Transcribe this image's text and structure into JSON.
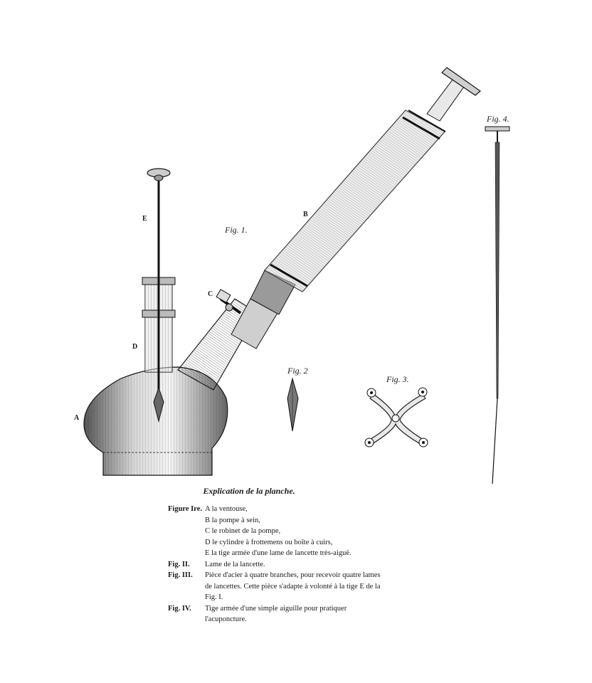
{
  "figure_labels": {
    "fig1": "Fig. 1.",
    "fig2": "Fig. 2",
    "fig3": "Fig. 3.",
    "fig4": "Fig. 4."
  },
  "part_labels": {
    "a": "A",
    "b": "B",
    "c": "C",
    "d": "D",
    "e": "E"
  },
  "caption": {
    "title": "Explication de la planche.",
    "entries": [
      {
        "key": "Figure Ire.",
        "lines": [
          "A la ventouse,",
          "B la pompe à sein,",
          "C le robinet de la pompe,",
          "D le cylindre à frottemens ou boîte à cuirs,",
          "E la tige armée d'une lame de lancette très-aiguë."
        ]
      },
      {
        "key": "Fig. II.",
        "lines": [
          "Lame de la lancette."
        ]
      },
      {
        "key": "Fig. III.",
        "lines": [
          "Pièce d'acier à quatre branches, pour recevoir quatre lames de lancettes. Cette pièce s'adapte à volonté à la tige E de la Fig. I."
        ]
      },
      {
        "key": "Fig. IV.",
        "lines": [
          "Tige armée d'une simple aiguille pour pratiquer l'acuponcture."
        ]
      }
    ]
  }
}
